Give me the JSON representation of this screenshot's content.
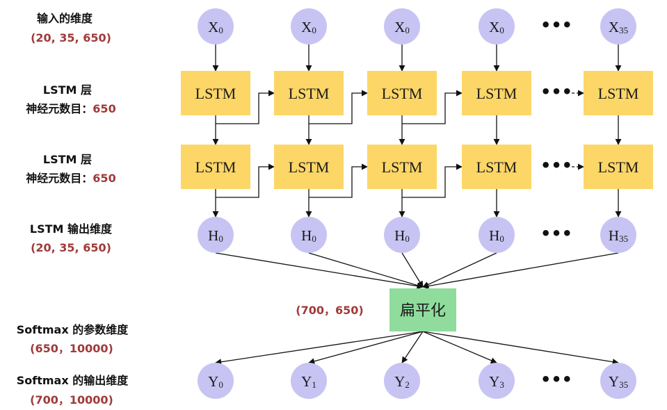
{
  "labels": {
    "input_dim_title": "输入的维度",
    "input_dim_value": "(20, 35, 650)",
    "lstm1_title": "LSTM 层",
    "lstm1_neurons_label": "神经元数目：",
    "lstm1_neurons_value": "650",
    "lstm2_title": "LSTM 层",
    "lstm2_neurons_label": "神经元数目：",
    "lstm2_neurons_value": "650",
    "lstm_out_title": "LSTM 输出维度",
    "lstm_out_value": "(20, 35, 650)",
    "flatten_dim": "(700，650)",
    "softmax_param_title": "Softmax 的参数维度",
    "softmax_param_value": "(650，10000)",
    "softmax_out_title": "Softmax 的输出维度",
    "softmax_out_value": "(700，10000)"
  },
  "inputs": [
    {
      "base": "X",
      "sub": "0"
    },
    {
      "base": "X",
      "sub": "0"
    },
    {
      "base": "X",
      "sub": "0"
    },
    {
      "base": "X",
      "sub": "0"
    },
    {
      "base": "X",
      "sub": "35"
    }
  ],
  "lstm_label": "LSTM",
  "hidden": [
    {
      "base": "H",
      "sub": "0"
    },
    {
      "base": "H",
      "sub": "0"
    },
    {
      "base": "H",
      "sub": "0"
    },
    {
      "base": "H",
      "sub": "0"
    },
    {
      "base": "H",
      "sub": "35"
    }
  ],
  "flatten_label": "扁平化",
  "outputs": [
    {
      "base": "Y",
      "sub": "0"
    },
    {
      "base": "Y",
      "sub": "1"
    },
    {
      "base": "Y",
      "sub": "2"
    },
    {
      "base": "Y",
      "sub": "3"
    },
    {
      "base": "Y",
      "sub": "35"
    }
  ],
  "ellipsis": "•••",
  "colors": {
    "circle": "#c7c4f3",
    "lstm_box": "#fcd667",
    "flatten_box": "#8fdc9c",
    "label_red": "#a03a3a",
    "edge": "#111111"
  }
}
